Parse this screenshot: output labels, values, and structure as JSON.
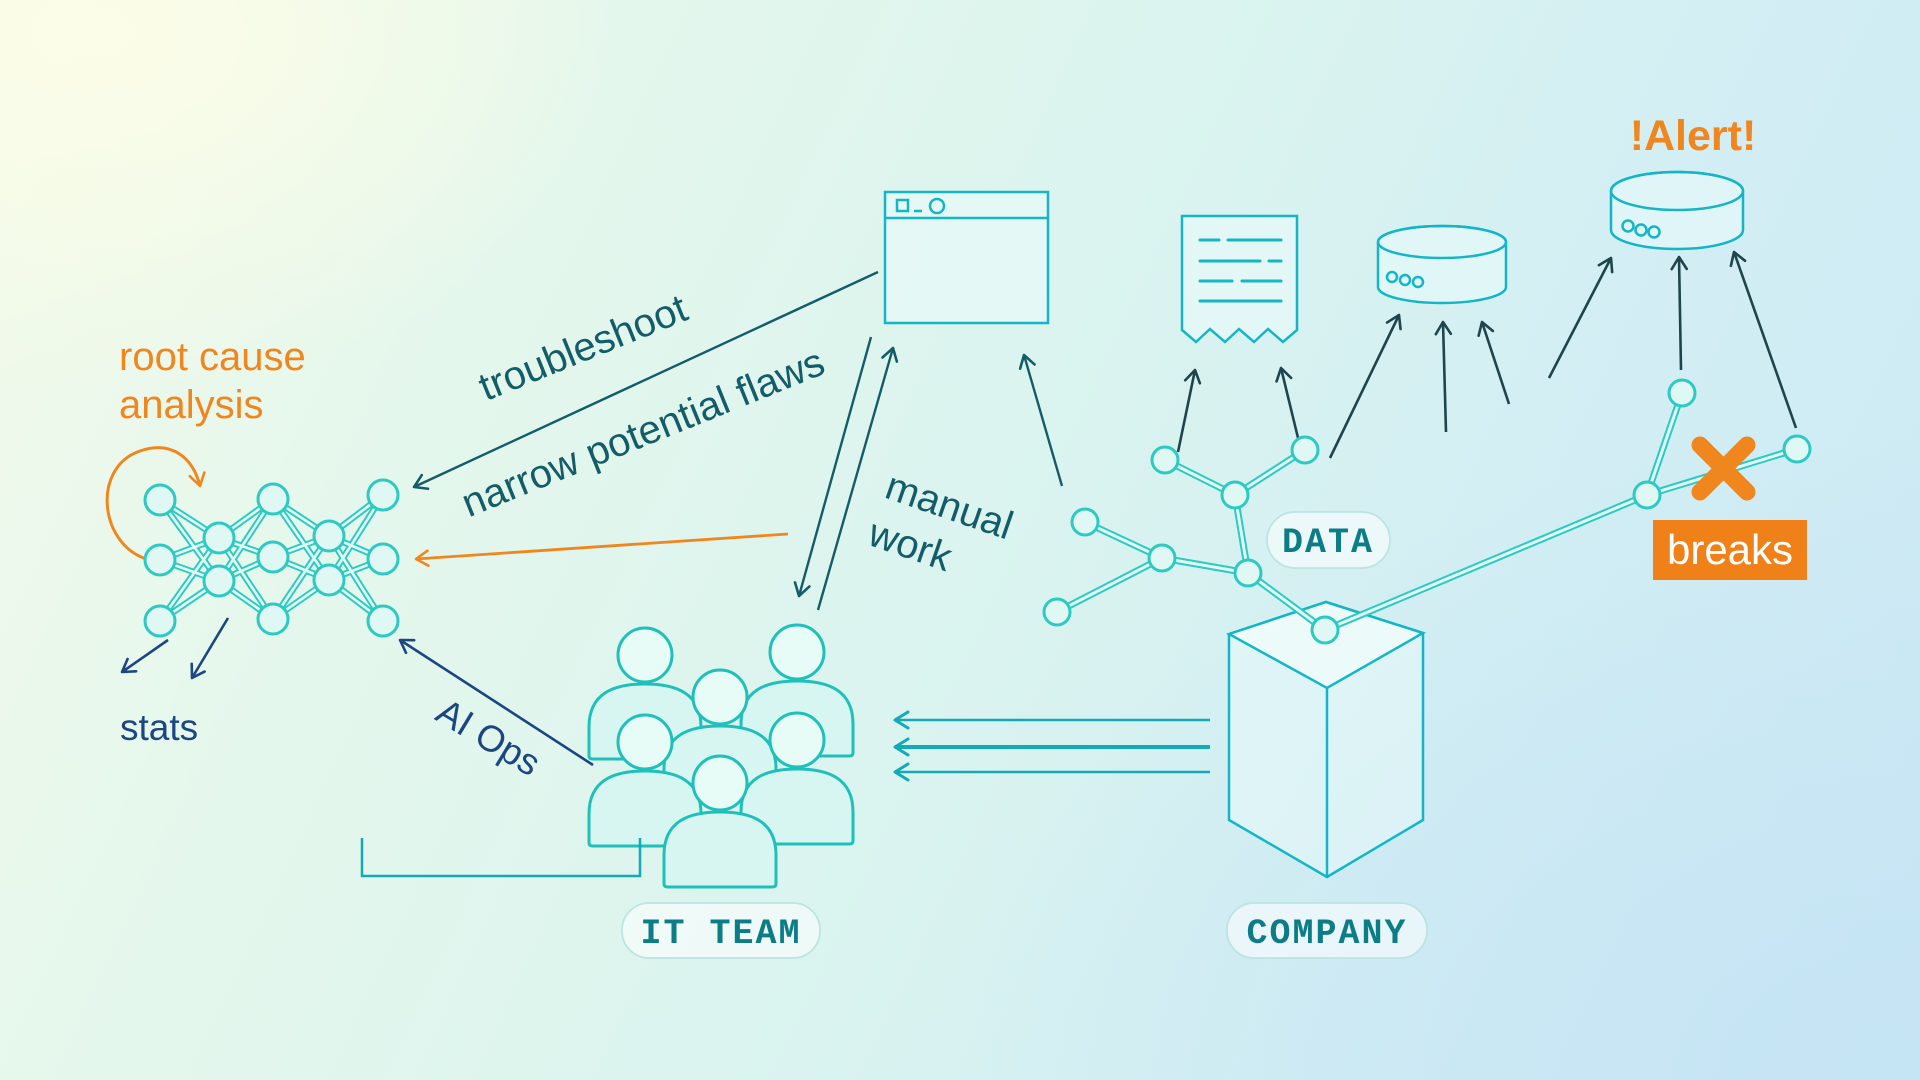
{
  "colors": {
    "orange": "#F0861E",
    "navy": "#1C4682",
    "teal-label": "#145D68",
    "icon-teal": "#14B6C6",
    "edge-teal": "#2CCAC3",
    "edge-core": "#E3F9F4",
    "node-fill": "#DFF8F3",
    "arrow-dark": "#1F444C",
    "teal-bright": "#13A9B6",
    "pill-text": "#0C7C86",
    "pill-border": "#BCE4E2",
    "pill-fill": "rgba(255,255,255,0.55)",
    "breaks-bg": "#F08119",
    "white": "#FFFFFF"
  },
  "labels": {
    "root_cause_line1": "root cause",
    "root_cause_line2": "analysis",
    "stats": "stats",
    "troubleshoot": "troubleshoot",
    "narrow_flaws": "narrow potential flaws",
    "manual_line1": "manual",
    "manual_line2": "work",
    "ai_ops": "AI Ops",
    "alert": "!Alert!",
    "breaks": "breaks",
    "data_pill": "DATA",
    "it_team_pill": "IT TEAM",
    "company_pill": "COMPANY"
  },
  "icons": {
    "neural_network_icon": "teal node-graph (3-2-3-2-3 layers)",
    "loop_arrow_icon": "orange circular self-loop arrow",
    "browser_window_icon": "outlined window with square, dash and circle controls",
    "team_icon": "six outlined person silhouettes",
    "receipt_icon": "document with text lines and zigzag bottom edge",
    "database_small_icon": "cylinder with three dots",
    "database_alert_icon": "cylinder with three dots under alert text",
    "company_cube_icon": "isometric tall box",
    "data_network_icon": "branching connected nodes",
    "break_x_icon": "orange cross over a branch link"
  }
}
